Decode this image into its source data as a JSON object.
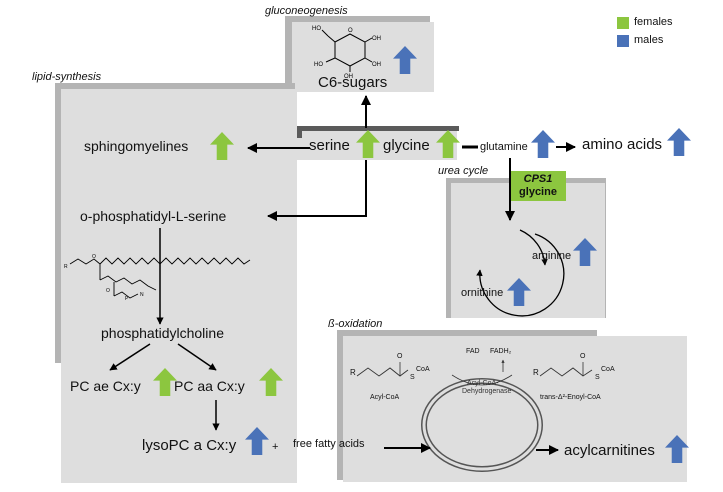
{
  "legend": {
    "females": "females",
    "males": "males",
    "female_color": "#8cc63f",
    "male_color": "#4a72b8"
  },
  "sections": {
    "gluconeogenesis": "gluconeogenesis",
    "lipid_synthesis": "lipid-synthesis",
    "urea_cycle": "urea cycle",
    "beta_oxidation": "ß-oxidation"
  },
  "metabolites": {
    "c6_sugars": "C6-sugars",
    "sphingomyelines": "sphingomyelines",
    "serine": "serine",
    "glycine": "glycine",
    "glutamine": "glutamine",
    "amino_acids": "amino acids",
    "o_phosphatidyl_serine": "o-phosphatidyl-L-serine",
    "phosphatidylcholine": "phosphatidylcholine",
    "pc_ae": "PC ae Cx:y",
    "pc_aa": "PC aa Cx:y",
    "lysopc": "lysoPC a Cx:y",
    "plus": "+",
    "free_fatty_acids": "free fatty acids",
    "acylcarnitines": "acylcarnitines",
    "arginine": "arginine",
    "ornithine": "ornithine",
    "cps1": "CPS1",
    "cps1_glycine": "glycine"
  },
  "beta_ox_scheme": {
    "fad": "FAD",
    "fadh2": "FADH₂",
    "enzyme_line1": "Acyl-CoA-",
    "enzyme_line2": "Dehydrogenase",
    "acyl_coa": "Acyl-CoA",
    "trans_enoyl": "trans-Δ²-Enoyl-CoA",
    "r1": "R",
    "r2": "R",
    "s1": "S",
    "s2": "S",
    "coa1": "CoA",
    "coa2": "CoA",
    "o1": "O",
    "o2": "O"
  },
  "glucose_structure": {
    "oh_labels": [
      "HO",
      "HO",
      "OH",
      "OH",
      "OH"
    ],
    "ring_o": "O"
  }
}
